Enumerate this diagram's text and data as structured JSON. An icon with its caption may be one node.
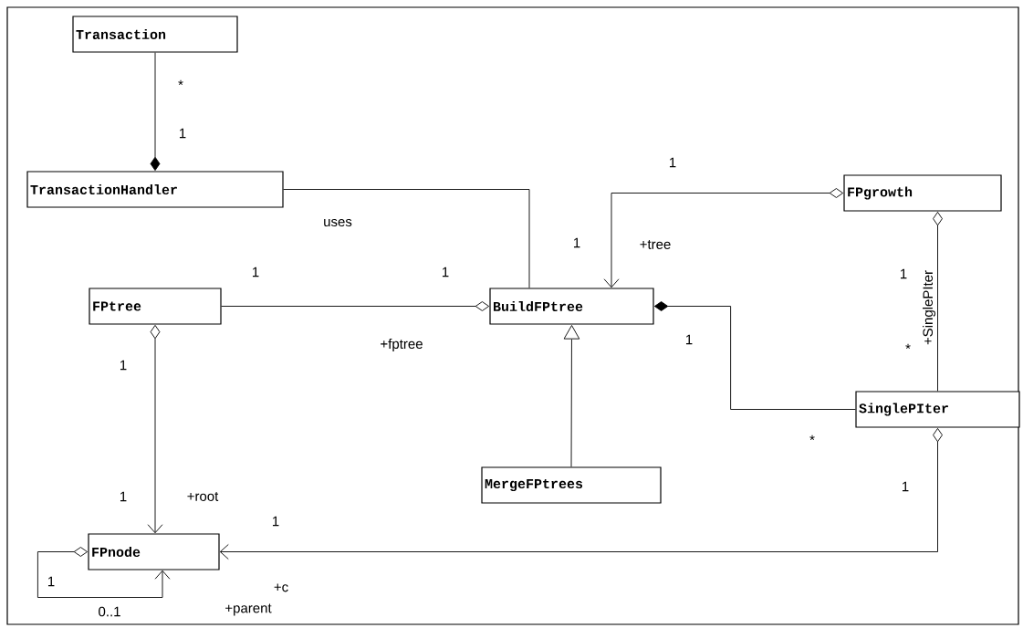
{
  "diagram": {
    "nodes": [
      {
        "text": [
          "Transaction"
        ]
      },
      {
        "text": [
          "TransactionHandler"
        ]
      },
      {
        "text": [
          "FPgrowth"
        ]
      },
      {
        "text": [
          "FPtree"
        ]
      },
      {
        "text": [
          "BuildFPtree"
        ]
      },
      {
        "text": [
          "SinglePIter"
        ]
      },
      {
        "text": [
          "MergeFPtrees"
        ]
      },
      {
        "text": [
          "FPnode"
        ]
      }
    ],
    "edges": [
      {
        "from": 1,
        "to": 0,
        "arrow": "other"
      },
      {
        "from": 1,
        "to": 4,
        "arrow": "none",
        "label": "uses"
      },
      {
        "from": 2,
        "to": 4,
        "arrow": "to",
        "label": "+tree"
      },
      {
        "from": 4,
        "to": 3,
        "arrow": "other",
        "label": "+fptree"
      },
      {
        "from": 4,
        "to": 5,
        "arrow": "other"
      },
      {
        "from": 2,
        "to": 5,
        "arrow": "other",
        "label": "+SinglePIter"
      },
      {
        "from": 6,
        "to": 4,
        "arrow": "to"
      },
      {
        "from": 3,
        "to": 7,
        "arrow": "to",
        "label": "+root"
      },
      {
        "from": 5,
        "to": 7,
        "arrow": "to",
        "label": "+c"
      },
      {
        "from": 7,
        "to": 7,
        "arrow": "to",
        "label": "+parent"
      }
    ],
    "labels": [
      "*",
      "1",
      "1",
      "1",
      "1",
      "1",
      "1",
      "1",
      "1",
      "*",
      "*",
      "1",
      "1",
      "1",
      "1",
      "0..1"
    ]
  }
}
